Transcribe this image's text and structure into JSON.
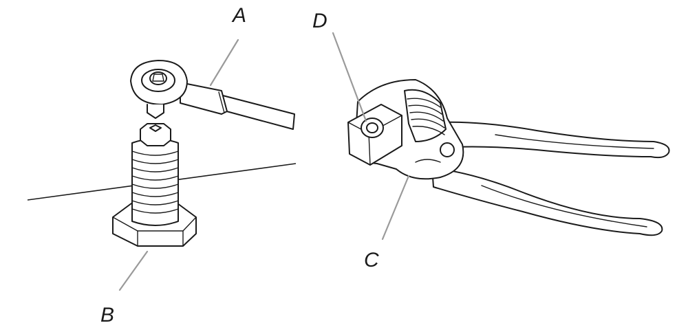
{
  "labels": {
    "a": "A",
    "b": "B",
    "c": "C",
    "d": "D"
  },
  "colors": {
    "ink": "#1a1a1a",
    "leader": "#9a9a9a",
    "background": "#ffffff"
  }
}
